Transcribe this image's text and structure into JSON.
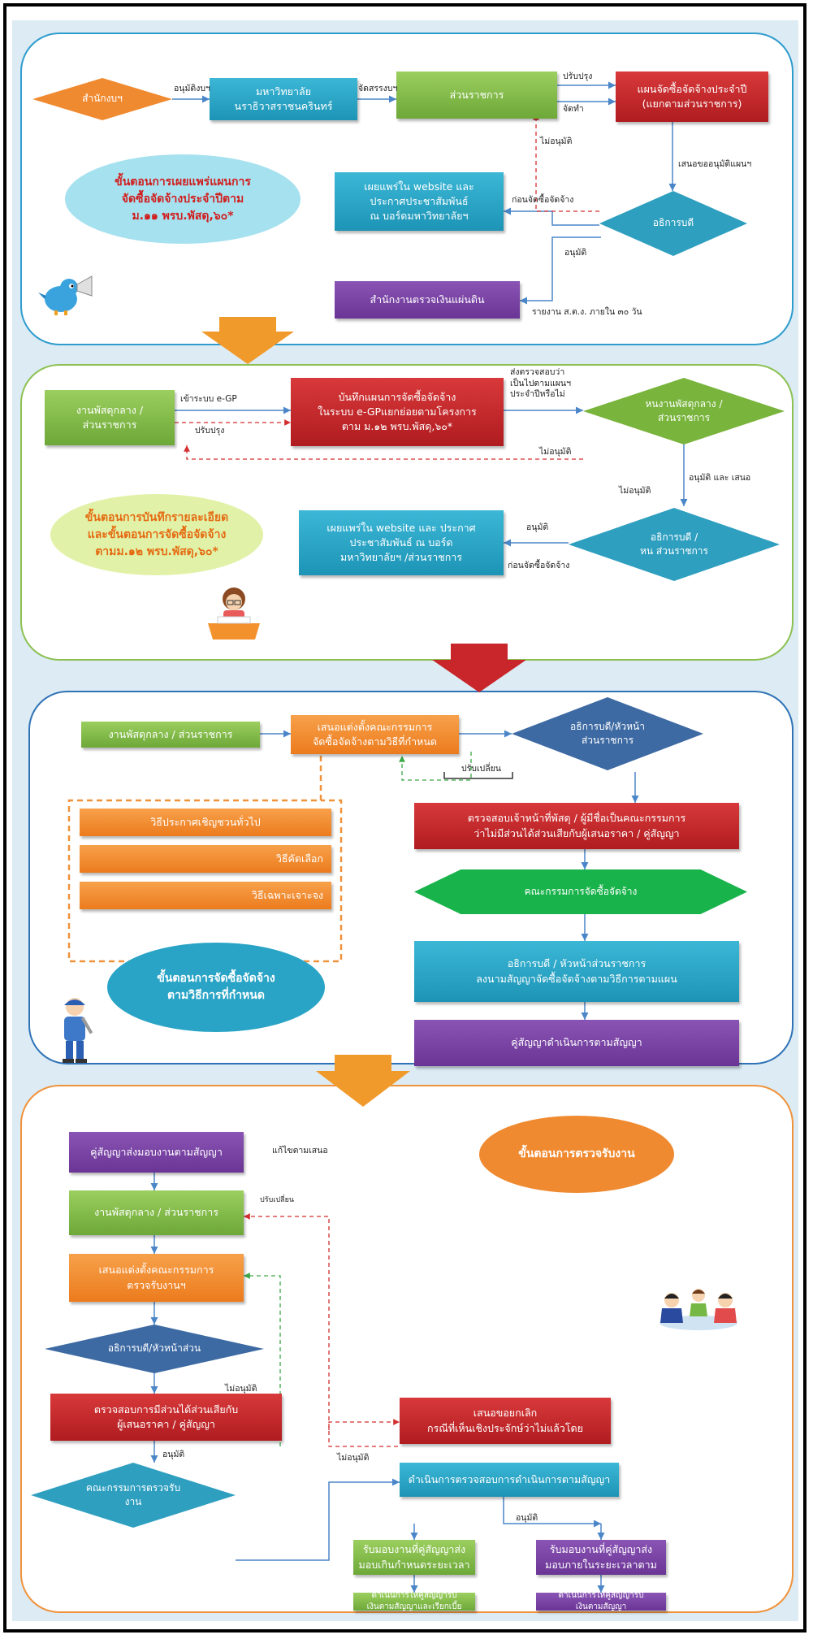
{
  "colors": {
    "green": "#7ab547",
    "teal": "#2aa4c6",
    "red": "#c52a2d",
    "purple": "#7442a3",
    "orange": "#f08a30",
    "diamond_teal": "#2f9fc0",
    "diamond_green": "#79b43c",
    "diamond_navy": "#3e6aa3",
    "arrow_orange": "#f19a2c",
    "arrow_red": "#c8262a"
  },
  "s1": {
    "office": "สำนักงบฯ",
    "university": "มหาวิทยาลัย\nนราธิวาสราชนครินทร์",
    "units": "ส่วนราชการ",
    "plan": "แผนจัดซื้อจัดจ้างประจำปี\n(แยกตามส่วนราชการ)",
    "publish": "เผยแพร่ใน website และ\nประกาศประชาสัมพันธ์\nณ บอร์ดมหาวิทยาลัยฯ",
    "president": "อธิการบดี",
    "audit": "สำนักงานตรวจเงินแผ่นดิน",
    "bubble": "ขั้นตอนการเผยแพร่แผนการ\nจัดซื้อจัดจ้างประจำปีตาม\nม.๑๑ พรบ.พัสดุ,๖๐*",
    "l_approve_budget": "อนุมัติงบฯ",
    "l_allocate": "จัดสรรงบฯ",
    "l_revise": "ปรับปรุง",
    "l_make": "จัดทำ",
    "l_disapprove": "ไม่อนุมัติ",
    "l_propose": "เสนอขออนุมัติแผนฯ",
    "l_before": "ก่อนจัดซื้อจัดจ้าง",
    "l_approve": "อนุมัติ",
    "l_report": "รายงาน ส.ต.ง. ภายใน ๓๐ วัน"
  },
  "s2": {
    "supply": "งานพัสดุกลาง /\nส่วนราชการ",
    "record": "บันทึกแผนการจัดซื้อจัดจ้าง\nในระบบ e-GPแยกย่อยตามโครงการ\nตาม ม.๑๒ พรบ.พัสดุ,๖๐*",
    "head_supply": "หนงานพัสดุกลาง /\nส่วนราชการ",
    "president": "อธิการบดี /\nหน ส่วนราชการ",
    "publish": "เผยแพร่ใน website และ ประกาศ\nประชาสัมพันธ์ ณ บอร์ด\nมหาวิทยาลัยฯ /ส่วนราชการ",
    "bubble": "ขั้นตอนการบันทึกรายละเอียด\nและขั้นตอนการจัดซื้อจัดจ้าง\nตามม.๑๒ พรบ.พัสดุ,๖๐*",
    "l_enter": "เข้าระบบ e-GP",
    "l_revise": "ปรับปรุง",
    "l_check": "ส่งตรวจสอบว่า\nเป็นไปตามแผนฯ\nประจำปีหรือไม่",
    "l_disapprove1": "ไม่อนุมัติ",
    "l_disapprove2": "ไม่อนุมัติ",
    "l_approve_propose": "อนุมัติ และ  เสนอ",
    "l_approve": "อนุมัติ",
    "l_before": "ก่อนจัดซื้อจัดจ้าง"
  },
  "s3": {
    "supply": "งานพัสดุกลาง / ส่วนราชการ",
    "propose": "เสนอแต่งตั้งคณะกรรมการ\nจัดซื้อจัดจ้างตามวิธีที่กำหนด",
    "president": "อธิการบดี/หัวหน้า\nส่วนราชการ",
    "method1": "วิธีประกาศเชิญชวนทั่วไป",
    "method2": "วิธีคัดเลือก",
    "method3": "วิธีเฉพาะเจาะจง",
    "check": "ตรวจสอบเจ้าหน้าที่พัสดุ / ผู้มีชื่อเป็นคณะกรรมการ\nว่าไม่มีส่วนได้ส่วนเสียกับผู้เสนอราคา / คู่สัญญา",
    "committee": "คณะกรรมการจัดซื้อจัดจ้าง",
    "sign": "อธิการบดี / หัวหน้าส่วนราชการ\nลงนามสัญญาจัดซื้อจัดจ้างตามวิธีการตามแผน",
    "contractor": "คู่สัญญาดำเนินการตามสัญญา",
    "bubble": "ขั้นตอนการจัดซื้อจัดจ้าง\nตามวิธีการที่กำหนด",
    "l_change": "ปรับเปลี่ยน"
  },
  "s4": {
    "deliver": "คู่สัญญาส่งมอบงานตามสัญญา",
    "supply": "งานพัสดุกลาง / ส่วนราชการ",
    "propose": "เสนอแต่งตั้งคณะกรรมการ\nตรวจรับงานฯ",
    "president": "อธิการบดี/หัวหน้าส่วน",
    "check": "ตรวจสอบการมีส่วนได้ส่วนเสียกับ\nผู้เสนอราคา / คู่สัญญา",
    "committee": "คณะกรรมการตรวจรับ\nงาน",
    "cancel": "เสนอขอยกเลิก\nกรณีที่เห็นเชิงประจักษ์ว่าไม่แล้วโดย",
    "inspect": "ดำเนินการตรวจสอบการดำเนินการตามสัญญา",
    "late_receive": "รับมอบงานที่คู่สัญญาส่ง\nมอบเกินกำหนดระยะเวลา",
    "late_pay": "ดำเนินการให้คู่สัญญารับ\nเงินตามสัญญาและเรียกเบี้ย",
    "ontime_receive": "รับมอบงานที่คู่สัญญาส่ง\nมอบภายในระยะเวลาตาม",
    "ontime_pay": "ดำเนินการให้คู่สัญญารับ\nเงินตามสัญญา",
    "bubble": "ขั้นตอนการตรวจรับงาน",
    "l_fix": "แก้ไขตามเสนอ",
    "l_change": "ปรับเปลี่ยน",
    "l_disapprove1": "ไม่อนุมัติ",
    "l_disapprove2": "ไม่อนุมัติ",
    "l_approve1": "อนุมัติ",
    "l_approve2": "อนุมัติ"
  }
}
